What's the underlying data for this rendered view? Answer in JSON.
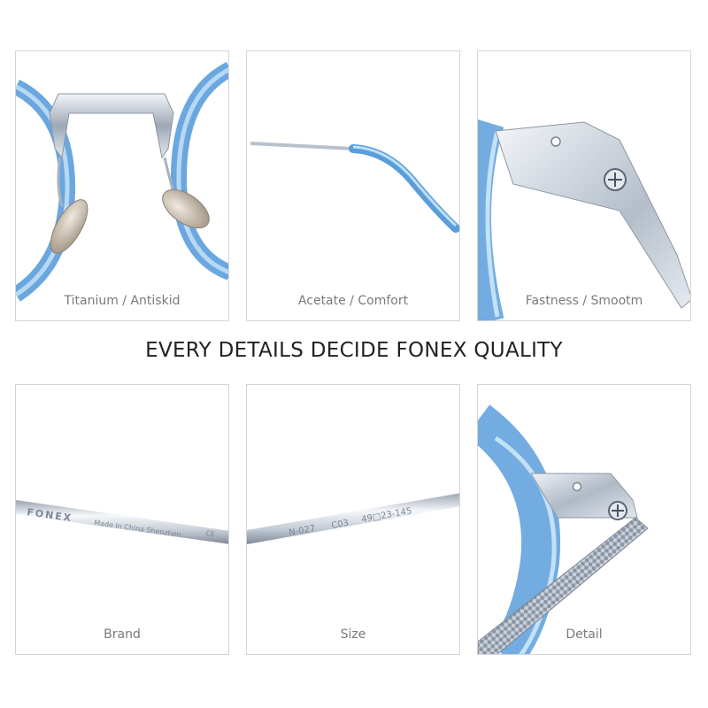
{
  "headline": "EVERY DETAILS DECIDE FONEX QUALITY",
  "tiles": [
    {
      "caption": "Titanium / Antiskid"
    },
    {
      "caption": "Acetate / Comfort"
    },
    {
      "caption": "Fastness / Smootm"
    },
    {
      "caption": "Brand"
    },
    {
      "caption": "Size"
    },
    {
      "caption": "Detail"
    }
  ],
  "engravings": {
    "brand_logo": "FONEX",
    "brand_text": "Made In China Shenzhen",
    "ce_mark": "CE",
    "model": "N-027",
    "color_code": "C03",
    "size_code": "49□23-145"
  },
  "colors": {
    "frame_blue": "#5a9ddb",
    "metal_silver": "#c5ccd6",
    "border_gray": "#d4d4d4"
  }
}
